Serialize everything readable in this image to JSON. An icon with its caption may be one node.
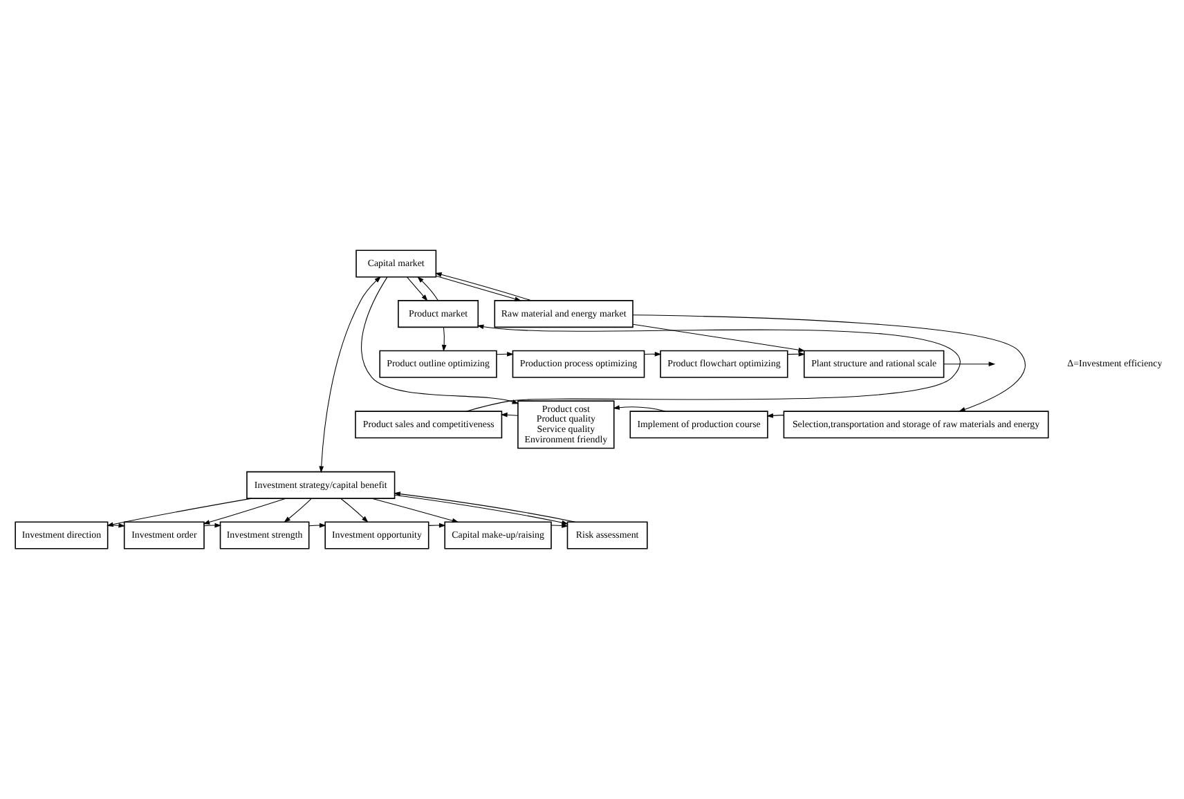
{
  "diagram": {
    "nodes": [
      {
        "text": [
          "Capital market"
        ]
      },
      {
        "text": [
          "Product market"
        ]
      },
      {
        "text": [
          "Raw material and energy market"
        ]
      },
      {
        "text": [
          "Product outline optimizing"
        ]
      },
      {
        "text": [
          "Production process optimizing"
        ]
      },
      {
        "text": [
          "Product flowchart optimizing"
        ]
      },
      {
        "text": [
          "Plant structure and rational scale"
        ]
      },
      {
        "text": [
          "Product sales and competitiveness"
        ]
      },
      {
        "text": [
          "Product cost",
          "Product quality",
          "Service quality",
          "Environment friendly"
        ]
      },
      {
        "text": [
          "Implement of production course"
        ]
      },
      {
        "text": [
          "Selection,transportation and storage of raw materials and energy"
        ]
      },
      {
        "text": [
          "Investment strategy/capital benefit"
        ]
      },
      {
        "text": [
          "Investment direction"
        ]
      },
      {
        "text": [
          "Investment order"
        ]
      },
      {
        "text": [
          "Investment strength"
        ]
      },
      {
        "text": [
          "Investment opportunity"
        ]
      },
      {
        "text": [
          "Capital make-up/raising"
        ]
      },
      {
        "text": [
          "Risk assessment"
        ]
      }
    ],
    "edges": [
      {
        "from": 0,
        "to": 1,
        "arrow": "to"
      },
      {
        "from": 1,
        "to": 0,
        "arrow": "to"
      },
      {
        "from": 0,
        "to": 2,
        "arrow": "to"
      },
      {
        "from": 2,
        "to": 0,
        "arrow": "to"
      },
      {
        "from": 1,
        "to": 3,
        "arrow": "to"
      },
      {
        "from": 3,
        "to": 4,
        "arrow": "to"
      },
      {
        "from": 4,
        "to": 5,
        "arrow": "to"
      },
      {
        "from": 5,
        "to": 6,
        "arrow": "to"
      },
      {
        "from": 2,
        "to": 6,
        "arrow": "to"
      },
      {
        "from": 2,
        "to": 10,
        "arrow": "to"
      },
      {
        "from": 6,
        "to": null,
        "arrow": "to"
      },
      {
        "from": 10,
        "to": 9,
        "arrow": "to"
      },
      {
        "from": 9,
        "to": 8,
        "arrow": "to"
      },
      {
        "from": 8,
        "to": 7,
        "arrow": "to"
      },
      {
        "from": 7,
        "to": 1,
        "arrow": "to"
      },
      {
        "from": 0,
        "to": 11,
        "arrow": "both"
      },
      {
        "from": 0,
        "to": 8,
        "arrow": "to"
      },
      {
        "from": 11,
        "to": 12,
        "arrow": "to"
      },
      {
        "from": 11,
        "to": 13,
        "arrow": "to"
      },
      {
        "from": 11,
        "to": 14,
        "arrow": "to"
      },
      {
        "from": 11,
        "to": 15,
        "arrow": "to"
      },
      {
        "from": 11,
        "to": 16,
        "arrow": "to"
      },
      {
        "from": 11,
        "to": 17,
        "arrow": "to"
      },
      {
        "from": 12,
        "to": 13,
        "arrow": "to"
      },
      {
        "from": 13,
        "to": 14,
        "arrow": "to"
      },
      {
        "from": 14,
        "to": 15,
        "arrow": "to"
      },
      {
        "from": 15,
        "to": 16,
        "arrow": "to"
      },
      {
        "from": 16,
        "to": 17,
        "arrow": "to"
      },
      {
        "from": 17,
        "to": 11,
        "arrow": "to"
      }
    ],
    "labels": [
      "Δ=Investment efficiency"
    ]
  }
}
